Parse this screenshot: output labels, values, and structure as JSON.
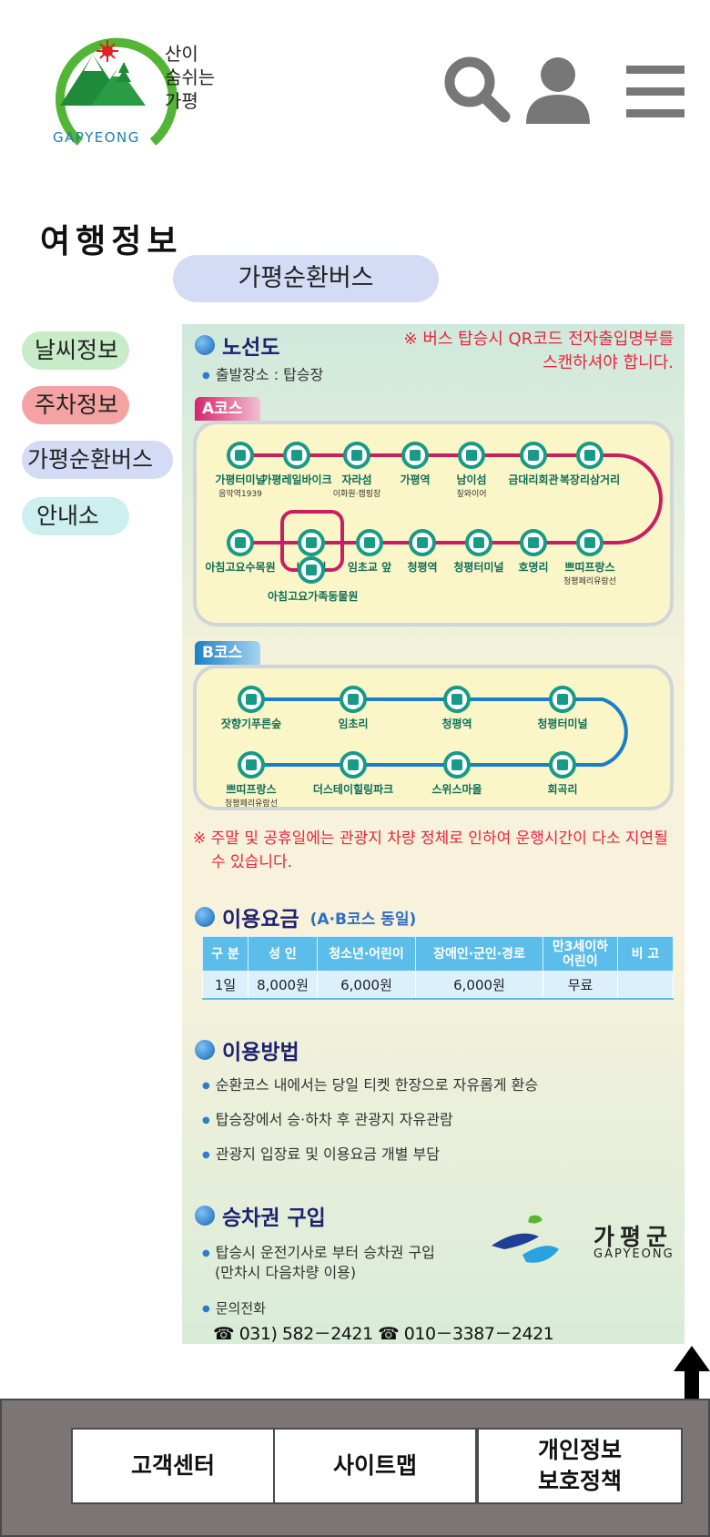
{
  "header": {
    "logo_text": "산이\n숨쉬는\n가평",
    "logo_en": "GAPYEONG"
  },
  "page": {
    "title": "여행정보",
    "current_tab": "가평순환버스"
  },
  "sidebar": {
    "items": [
      {
        "label": "날씨정보",
        "color": "#c8ebc8"
      },
      {
        "label": "주차정보",
        "color": "#f5a2a2"
      },
      {
        "label": "가평순환버스",
        "color": "#d4dbf5"
      },
      {
        "label": "안내소",
        "color": "#cdeff0"
      }
    ]
  },
  "poster": {
    "route_title": "노선도",
    "qr_notice": "※ 버스 탑승시 QR코드 전자출입명부를\n스캔하셔야 합니다.",
    "departure": "출발장소 : 탑승장",
    "course_a": {
      "tag": "A코스",
      "top_stops": [
        {
          "name": "가평터미널",
          "sub": "음악역1939"
        },
        {
          "name": "가평레일바이크",
          "sub": ""
        },
        {
          "name": "자라섬",
          "sub": "이화원·캠핑장"
        },
        {
          "name": "가평역",
          "sub": ""
        },
        {
          "name": "남이섬",
          "sub": "짚와이어"
        },
        {
          "name": "금대리회관",
          "sub": ""
        },
        {
          "name": "복장리삼거리",
          "sub": ""
        }
      ],
      "bottom_stops": [
        {
          "name": "아침고요수목원",
          "sub": ""
        },
        {
          "name": "비평이",
          "sub": ""
        },
        {
          "name": "임초교 앞",
          "sub": ""
        },
        {
          "name": "청평역",
          "sub": ""
        },
        {
          "name": "청평터미널",
          "sub": ""
        },
        {
          "name": "호명리",
          "sub": ""
        },
        {
          "name": "쁘띠프랑스",
          "sub": "청평페리유람선"
        }
      ],
      "extra_stop": "아침고요가족동물원"
    },
    "course_b": {
      "tag": "B코스",
      "top_stops": [
        {
          "name": "잣향기푸른숲",
          "sub": ""
        },
        {
          "name": "임초리",
          "sub": ""
        },
        {
          "name": "청평역",
          "sub": ""
        },
        {
          "name": "청평터미널",
          "sub": ""
        }
      ],
      "bottom_stops": [
        {
          "name": "쁘띠프랑스",
          "sub": "청평페리유람선"
        },
        {
          "name": "더스테이힐링파크",
          "sub": ""
        },
        {
          "name": "스위스마을",
          "sub": ""
        },
        {
          "name": "회곡리",
          "sub": ""
        }
      ]
    },
    "traffic_notice": "※ 주말 및 공휴일에는 관광지 차량 정체로 인하여 운행시간이 다소 지연될 수 있습니다.",
    "fare": {
      "title": "이용요금",
      "subtitle": "(A·B코스 동일)",
      "headers": [
        "구 분",
        "성 인",
        "청소년·어린이",
        "장애인·군인·경로",
        "만3세이하\n어린이",
        "비 고"
      ],
      "row": [
        "1일",
        "8,000원",
        "6,000원",
        "6,000원",
        "무료",
        ""
      ]
    },
    "usage": {
      "title": "이용방법",
      "items": [
        "순환코스 내에서는 당일 티켓 한장으로 자유롭게 환승",
        "탑승장에서 승·하차 후 관광지 자유관람",
        "관광지 입장료 및 이용요금 개별 부담"
      ]
    },
    "ticket": {
      "title": "승차권 구입",
      "line1": "탑승시 운전기사로 부터 승차권 구입",
      "line2": "(만차시 다음차량 이용)",
      "contact_label": "문의전화",
      "phone": "☎ 031) 582－2421   ☎ 010－3387－2421"
    },
    "county": {
      "name": "가평군",
      "en": "GAPYEONG"
    }
  },
  "footer": {
    "buttons": [
      "고객센터",
      "사이트맵",
      "개인정보\n보호정책"
    ]
  },
  "colors": {
    "course_a_line": "#c81f63",
    "course_b_line": "#1a7fc6",
    "stop_ring": "#179a86",
    "notice_red": "#e8243c",
    "heading_navy": "#1d2270",
    "footer_bg": "#7c7575"
  }
}
